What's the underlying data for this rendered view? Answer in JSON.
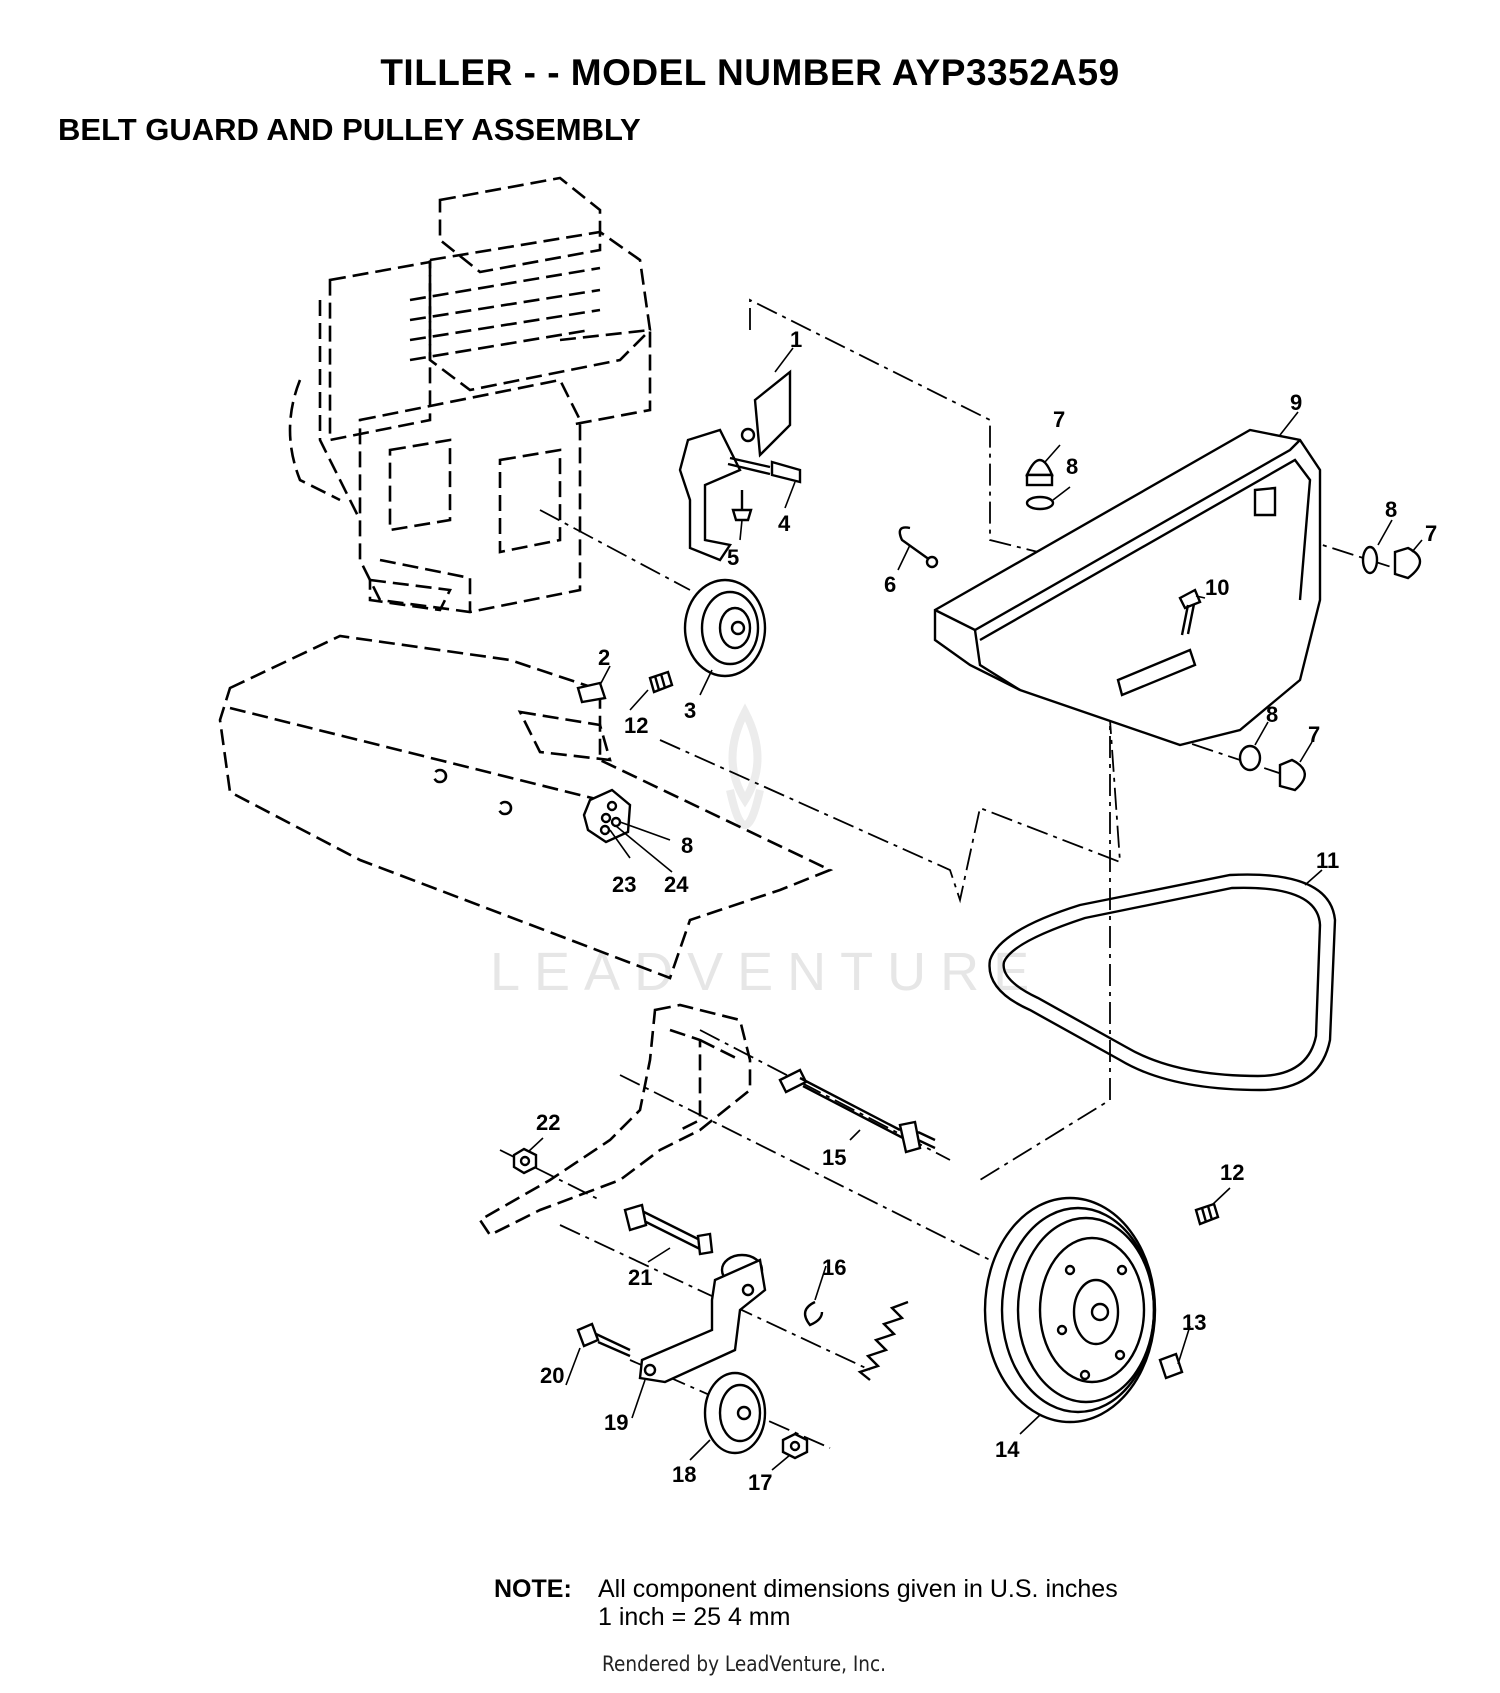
{
  "title": "TILLER - - MODEL NUMBER AYP3352A59",
  "subtitle": "BELT GUARD AND PULLEY ASSEMBLY",
  "callouts": {
    "c1": "1",
    "c2": "2",
    "c3": "3",
    "c4": "4",
    "c5": "5",
    "c6": "6",
    "c7a": "7",
    "c7b": "7",
    "c7c": "7",
    "c8a": "8",
    "c8b": "8",
    "c8c": "8",
    "c8d": "8",
    "c9": "9",
    "c10": "10",
    "c11": "11",
    "c12a": "12",
    "c12b": "12",
    "c13": "13",
    "c14": "14",
    "c15": "15",
    "c16": "16",
    "c17": "17",
    "c18": "18",
    "c19": "19",
    "c20": "20",
    "c21": "21",
    "c22": "22",
    "c23": "23",
    "c24": "24"
  },
  "note": {
    "label": "NOTE:",
    "line1": "All component dimensions given in U.S. inches",
    "line2": "1 inch = 25 4 mm"
  },
  "watermark": "LEADVENTURE",
  "credit": "Rendered by LeadVenture, Inc."
}
